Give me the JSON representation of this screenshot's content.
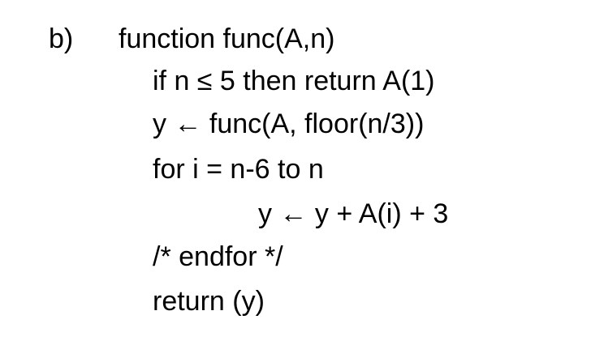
{
  "problem": {
    "label": "b)",
    "lines": [
      "function func(A,n)",
      "if n ≤ 5 then return A(1)",
      "y ← func(A, floor(n/3))",
      "for i = n-6 to n",
      "y ← y + A(i) + 3",
      "/* endfor */",
      "return (y)"
    ]
  }
}
